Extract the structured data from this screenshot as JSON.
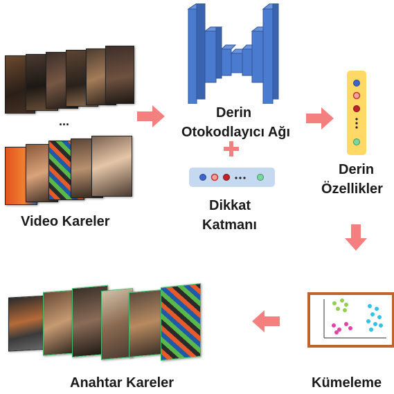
{
  "labels": {
    "video_frames": "Video Kareler",
    "ellipsis": "...",
    "autoencoder_line1": "Derin",
    "autoencoder_line2": "Otokodlayıcı Ağı",
    "plus": "+",
    "attention_line1": "Dikkat",
    "attention_line2": "Katmanı",
    "attention_dots": "...",
    "features_line1": "Derin",
    "features_line2": "Özellikler",
    "feature_dots": "...",
    "clustering": "Kümeleme",
    "keyframes": "Anahtar Kareler"
  },
  "colors": {
    "arrow": "#f47f7f",
    "network": "#4472c4",
    "feature_bar": "#ffd966",
    "attention_bar": "#c5d9f1",
    "cluster_border": "#c0632a",
    "cluster_green": "#92d050",
    "cluster_magenta": "#e83ea8",
    "cluster_cyan": "#32c2e6"
  }
}
